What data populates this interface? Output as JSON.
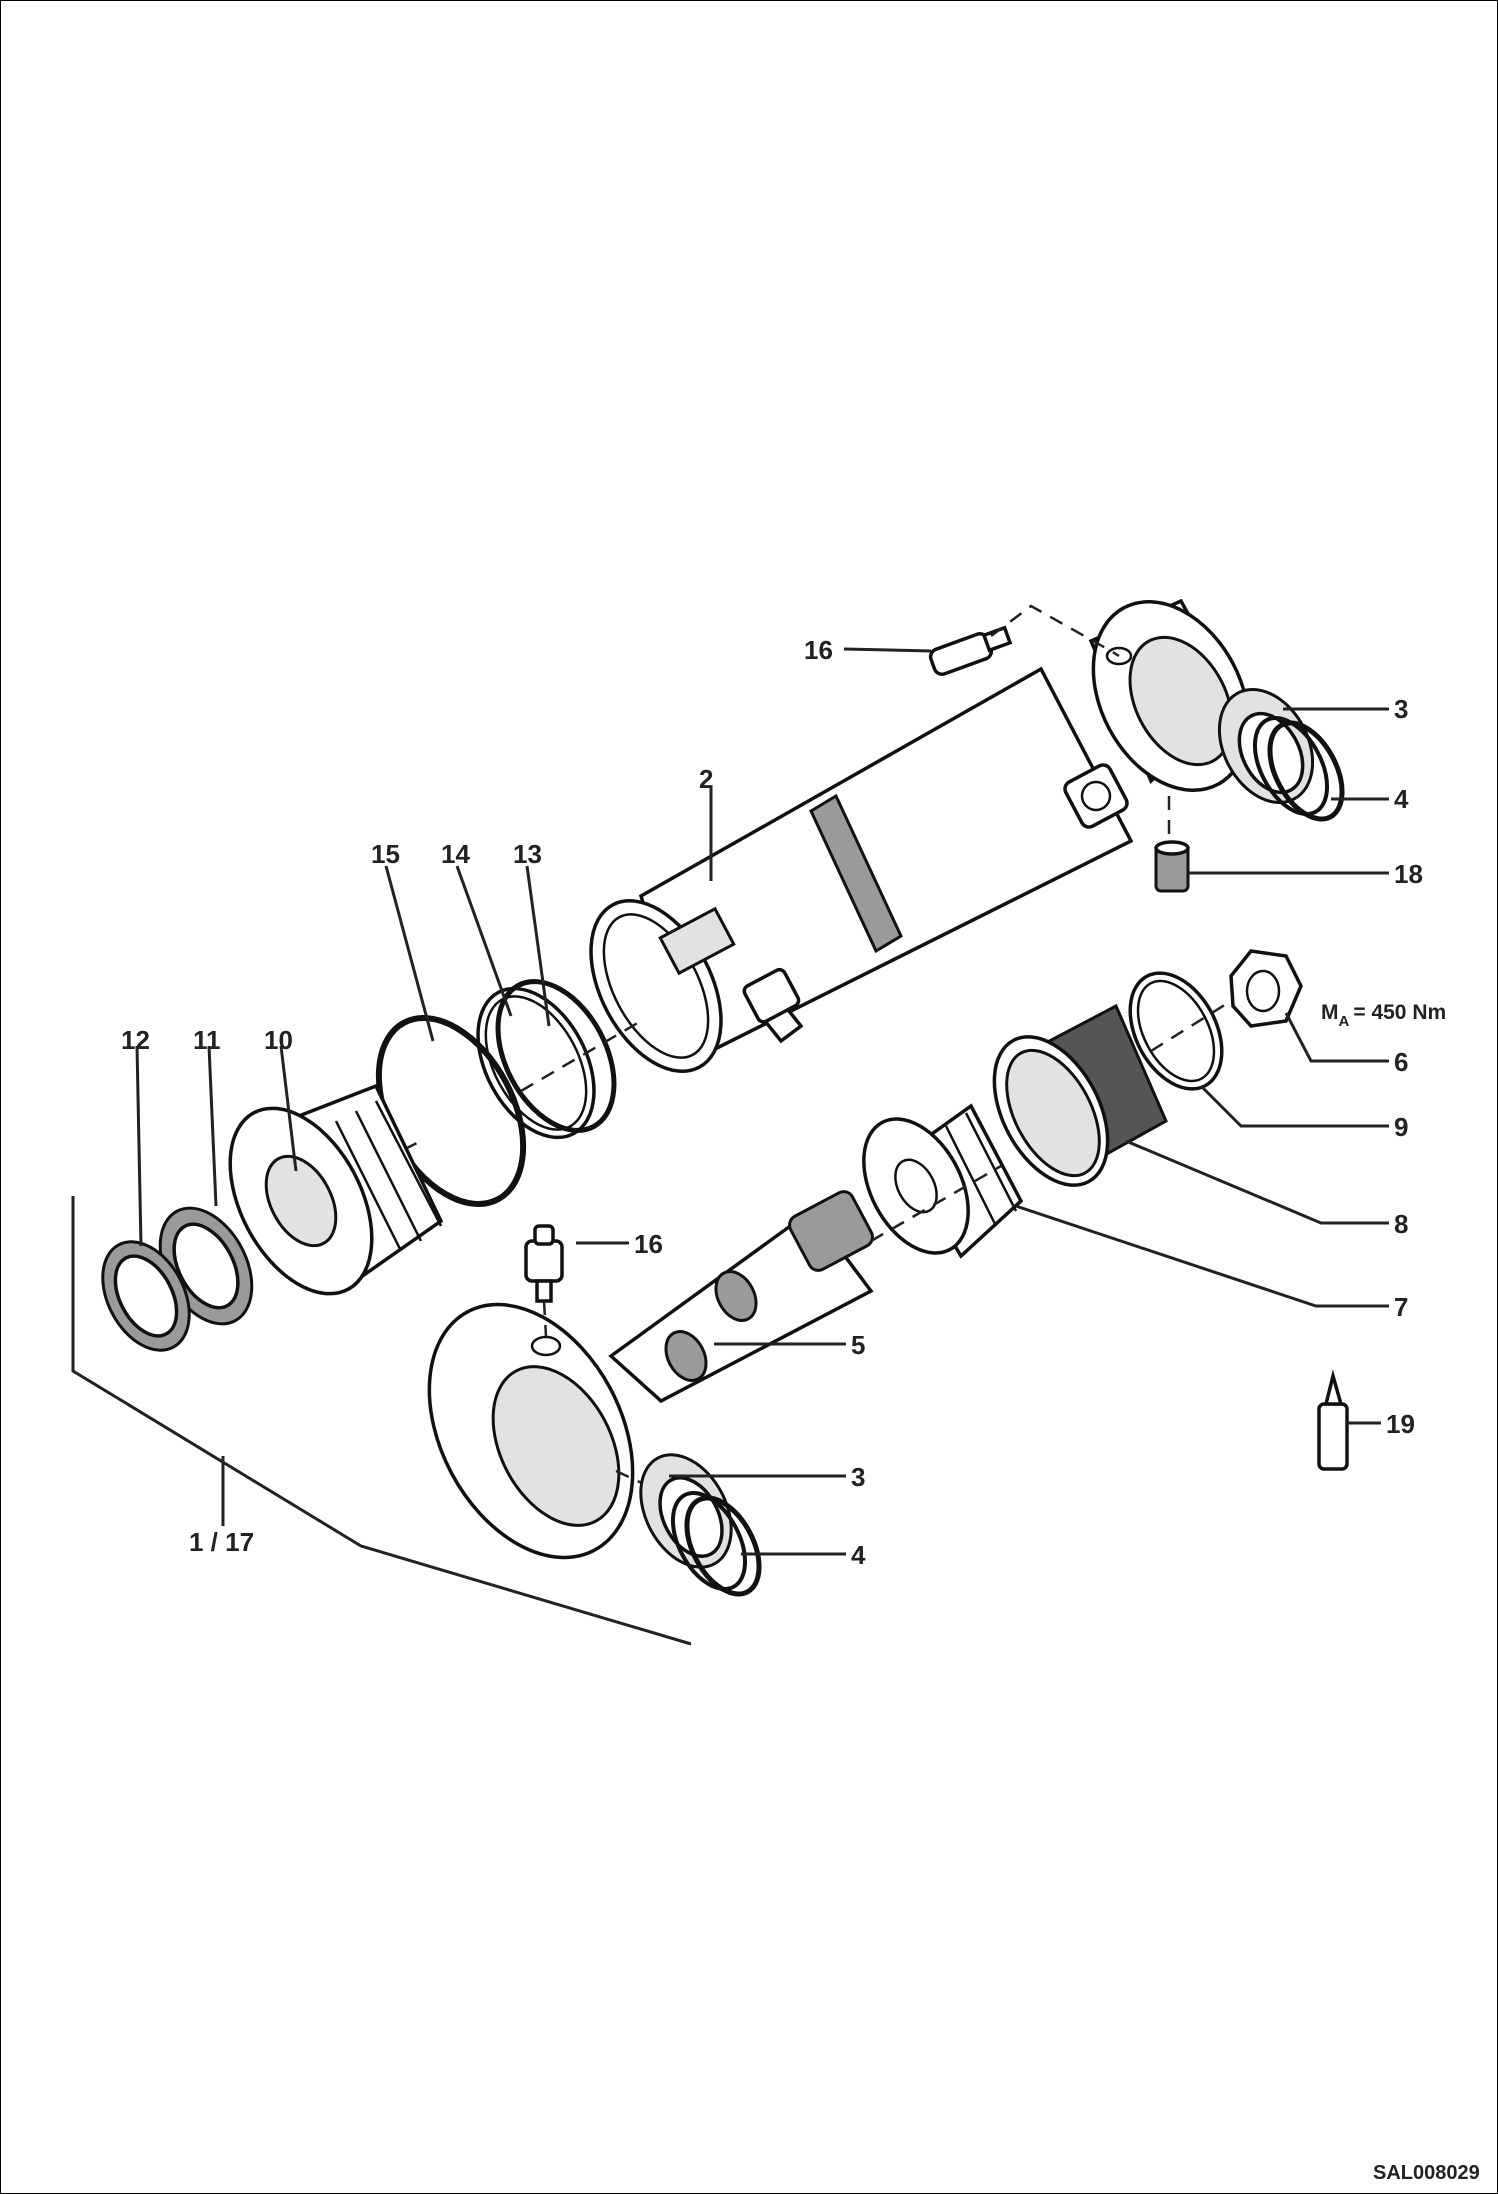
{
  "drawing_id": "SAL008029",
  "torque_spec": {
    "symbol": "M",
    "subscript": "A",
    "value": "= 450 Nm"
  },
  "callouts": {
    "c1_17": "1 / 17",
    "c2": "2",
    "c3_top": "3",
    "c3_bottom": "3",
    "c4_top": "4",
    "c4_bottom": "4",
    "c5": "5",
    "c6": "6",
    "c7": "7",
    "c8": "8",
    "c9": "9",
    "c10": "10",
    "c11": "11",
    "c12": "12",
    "c13": "13",
    "c14": "14",
    "c15": "15",
    "c16_top": "16",
    "c16_bottom": "16",
    "c18": "18",
    "c19": "19"
  }
}
